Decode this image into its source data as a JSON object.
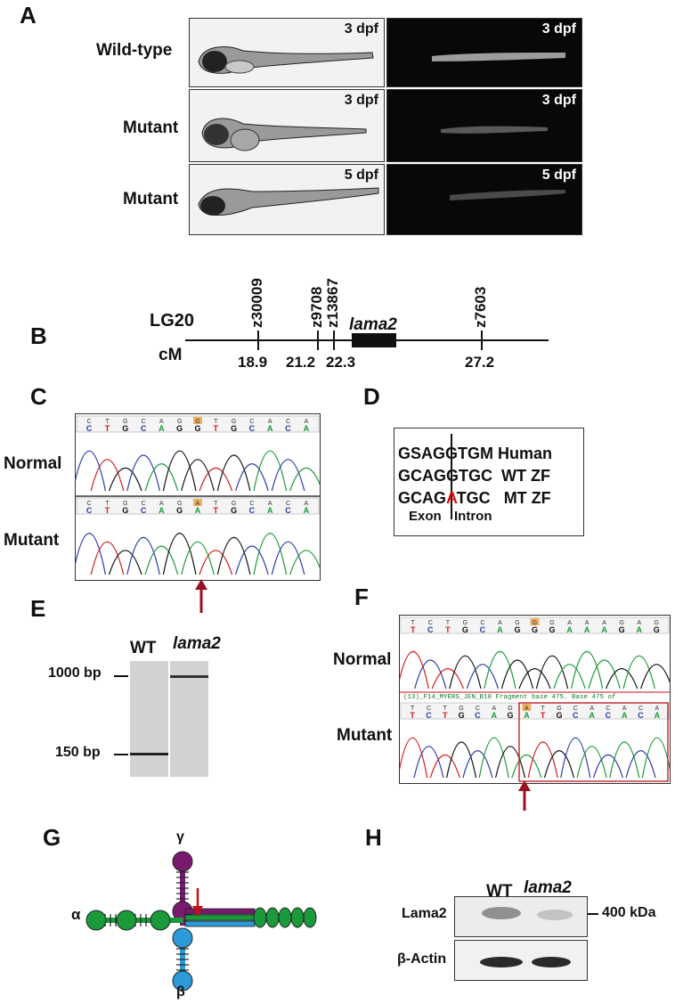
{
  "panels": {
    "A": "A",
    "B": "B",
    "C": "C",
    "D": "D",
    "E": "E",
    "F": "F",
    "G": "G",
    "H": "H"
  },
  "panelA": {
    "rows": [
      {
        "label": "Wild-type",
        "stage": "3 dpf"
      },
      {
        "label": "Mutant",
        "stage": "3 dpf"
      },
      {
        "label": "Mutant",
        "stage": "5 dpf"
      }
    ]
  },
  "panelB": {
    "chromosome": "LG20",
    "unit": "cM",
    "gene": "lama2",
    "markers": [
      {
        "name": "z30009",
        "cm": "18.9"
      },
      {
        "name": "z9708",
        "cm": "21.2"
      },
      {
        "name": "z13867",
        "cm": "22.3"
      },
      {
        "name": "z7603",
        "cm": "27.2"
      }
    ]
  },
  "panelC": {
    "normal_label": "Normal",
    "mutant_label": "Mutant",
    "normal_seq": [
      "C",
      "T",
      "G",
      "C",
      "A",
      "G",
      "G",
      "T",
      "G",
      "C",
      "A",
      "C",
      "A"
    ],
    "mutant_seq": [
      "C",
      "T",
      "G",
      "C",
      "A",
      "G",
      "A",
      "T",
      "G",
      "C",
      "A",
      "C",
      "A"
    ]
  },
  "panelD": {
    "rows": [
      {
        "left": "GSAG",
        "right": "GTGM",
        "species": "Human"
      },
      {
        "left": "GCAG",
        "right": "GTGC",
        "species": "WT ZF"
      },
      {
        "left": "GCAG",
        "mut": "A",
        "right": "TGC",
        "species": "MT ZF"
      }
    ],
    "exon": "Exon",
    "intron": "Intron"
  },
  "panelE": {
    "wt": "WT",
    "mut": "lama2",
    "band_high": "1000 bp",
    "band_low": "150 bp"
  },
  "panelF": {
    "normal_label": "Normal",
    "mutant_label": "Mutant",
    "normal_seq": [
      "T",
      "C",
      "T",
      "G",
      "C",
      "A",
      "G",
      "G",
      "G",
      "A",
      "A",
      "A",
      "G",
      "A",
      "G"
    ],
    "mutant_seq": [
      "T",
      "C",
      "T",
      "G",
      "C",
      "A",
      "G",
      "A",
      "T",
      "G",
      "C",
      "A",
      "C",
      "A",
      "C",
      "A"
    ],
    "trace_header": "(13)_F14_MYERS_JEN_B10 Fragment base 475. Base 475 of"
  },
  "panelG": {
    "alpha": "α",
    "beta": "β",
    "gamma": "γ"
  },
  "panelH": {
    "wt": "WT",
    "mut": "lama2",
    "row1": "Lama2",
    "row2": "β-Actin",
    "size": "400 kDa"
  },
  "colors": {
    "A": "#1b9a3a",
    "C": "#2a3aa8",
    "G": "#111111",
    "T": "#d21a1a",
    "arrow": "#9b1020",
    "mutation": "#e01010"
  }
}
